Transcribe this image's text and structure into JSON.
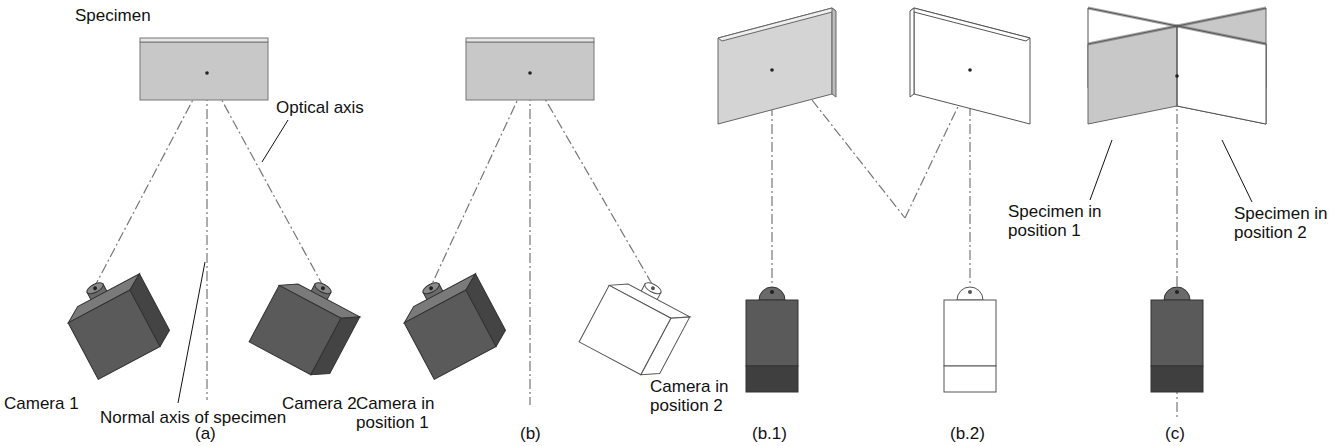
{
  "diagram": {
    "labels": [
      "Specimen",
      "Optical axis",
      "Camera 1",
      "Normal axis of specimen",
      "Camera 2",
      "Camera in position 1",
      "Camera in position 2",
      "Specimen in position 1",
      "Specimen in position 2",
      "(a)",
      "(b)",
      "(b.1)",
      "(b.2)",
      "(c)"
    ]
  }
}
